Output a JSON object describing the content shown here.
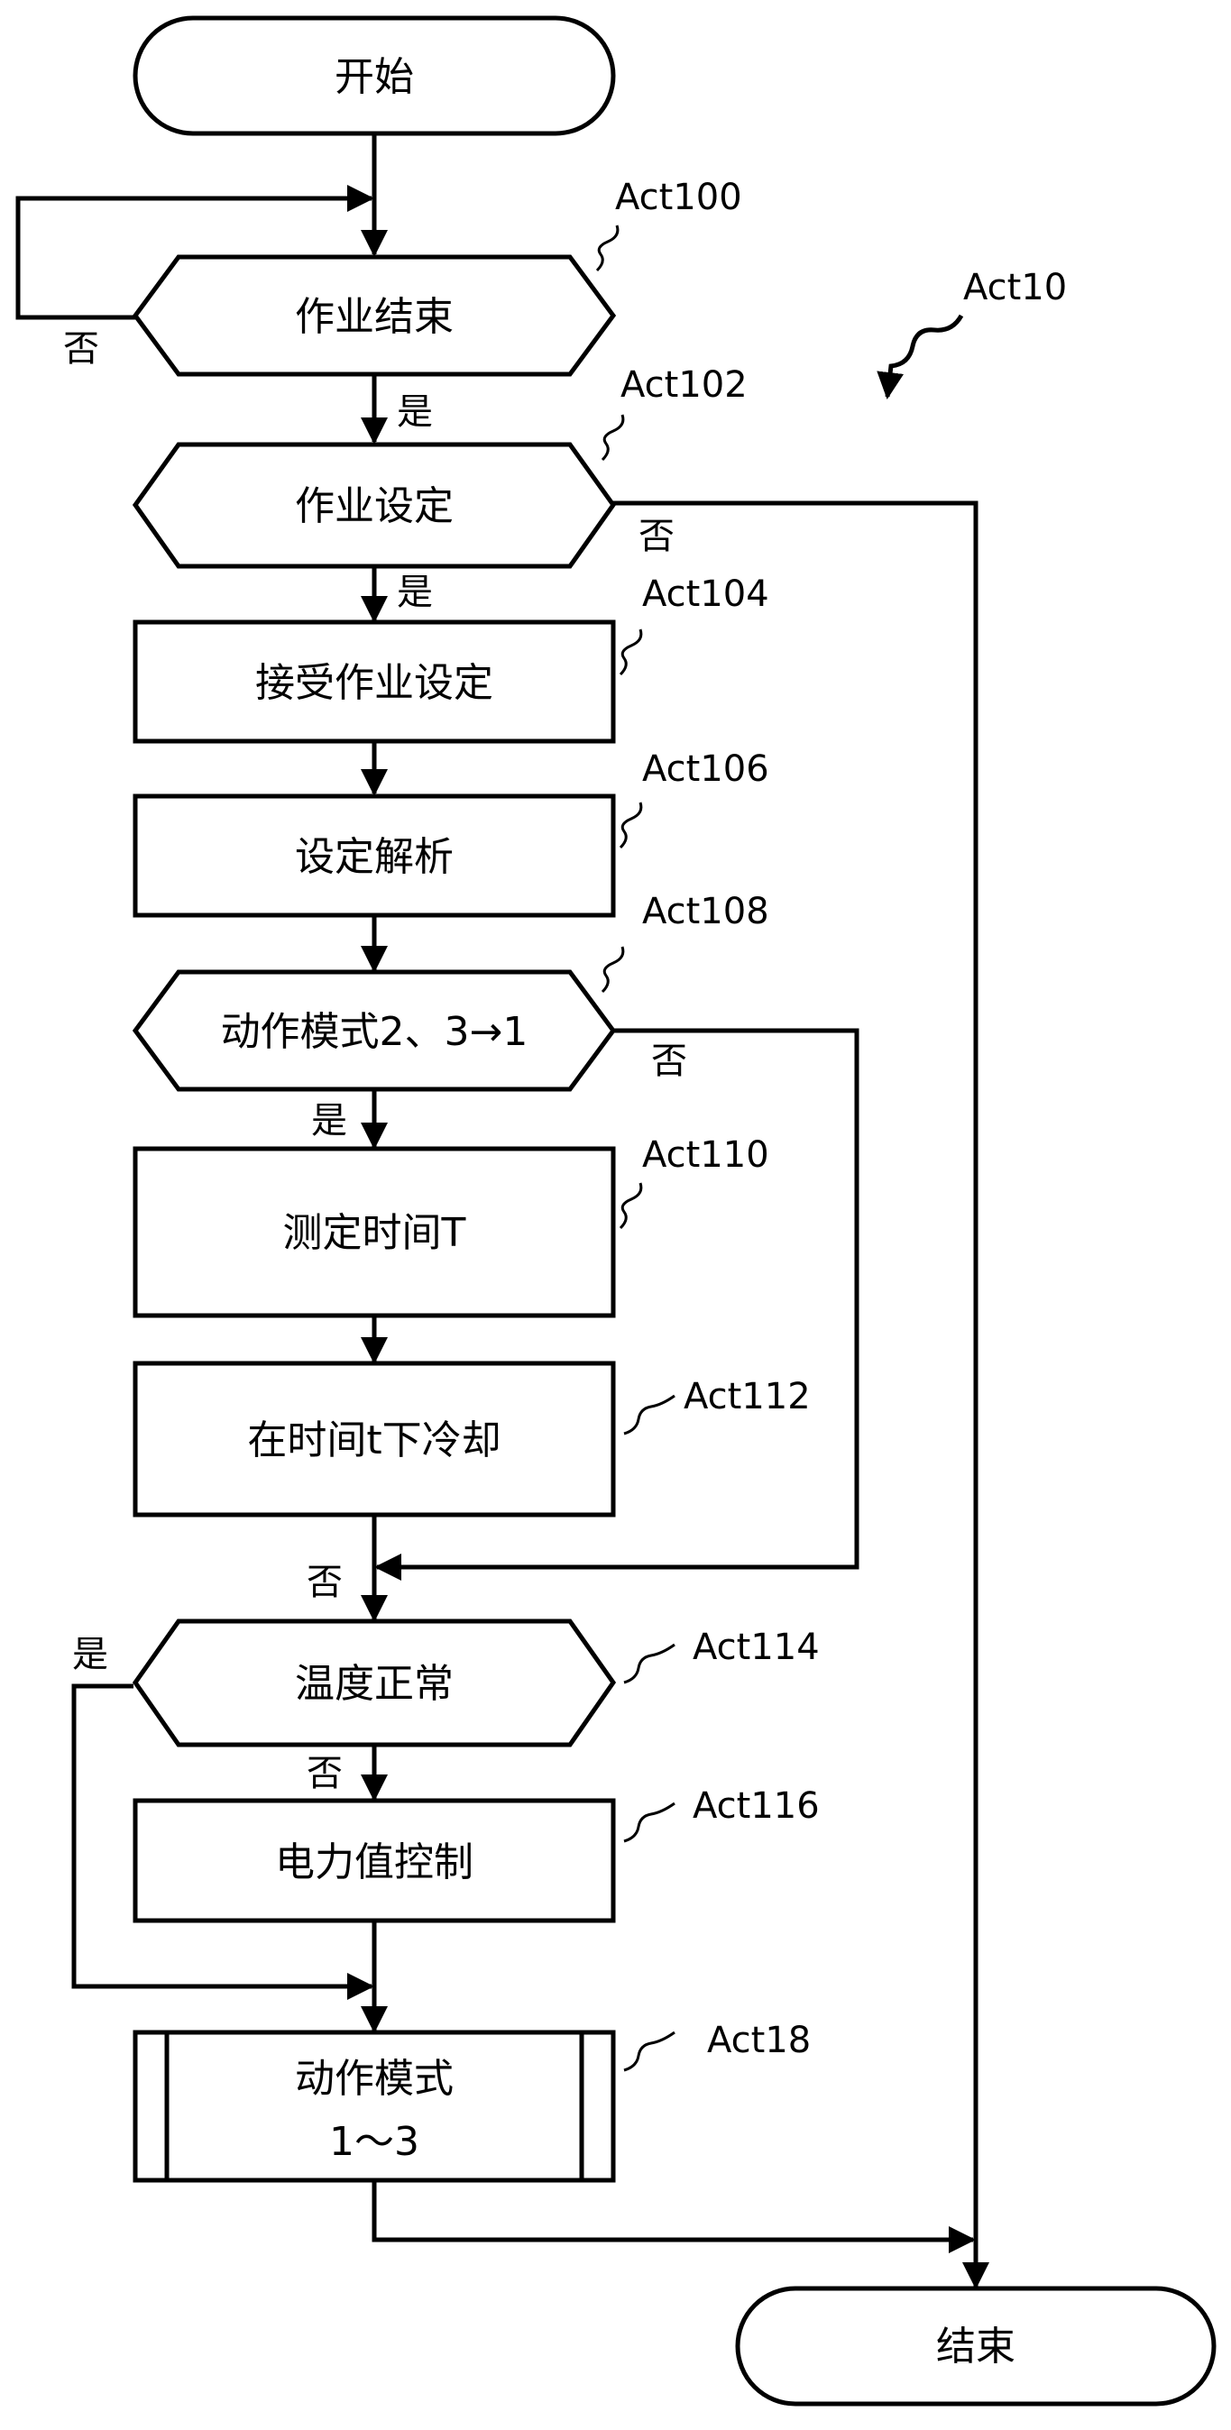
{
  "diagram": {
    "flow_ref": "Act10",
    "start": "开始",
    "end": "结束",
    "steps": [
      {
        "act": "Act100",
        "text": "作业结束",
        "yes": "是",
        "no": "否"
      },
      {
        "act": "Act102",
        "text": "作业设定",
        "yes": "是",
        "no": "否"
      },
      {
        "act": "Act104",
        "text": "接受作业设定"
      },
      {
        "act": "Act106",
        "text": "设定解析"
      },
      {
        "act": "Act108",
        "text": "动作模式2、3→1",
        "yes": "是",
        "no": "否"
      },
      {
        "act": "Act110",
        "text": "测定时间T"
      },
      {
        "act": "Act112",
        "text": "在时间t下冷却"
      },
      {
        "act": "Act114",
        "text": "温度正常",
        "yes": "是",
        "no": "否",
        "merge_no": "否"
      },
      {
        "act": "Act116",
        "text": "电力值控制"
      },
      {
        "act": "Act18",
        "text_line1": "动作模式",
        "text_line2": "1～3"
      }
    ]
  }
}
